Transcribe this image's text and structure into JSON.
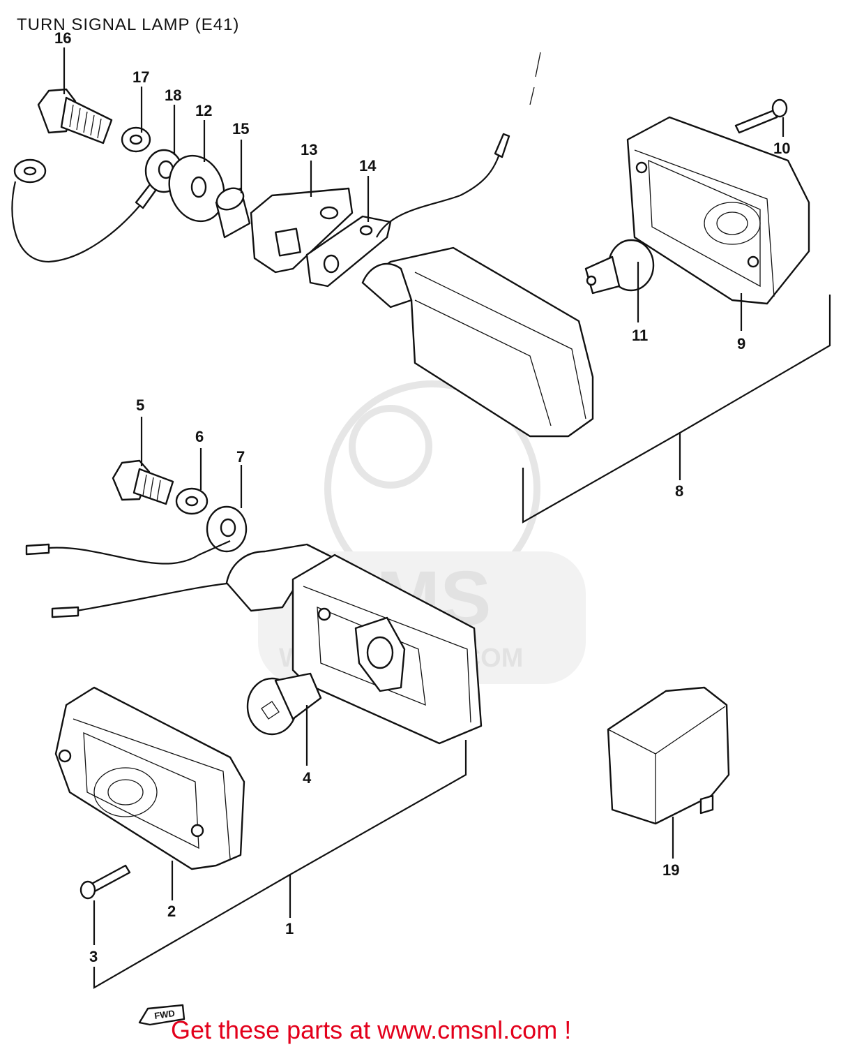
{
  "title": "TURN SIGNAL LAMP (E41)",
  "footer": "Get these parts at www.cmsnl.com !",
  "watermark": {
    "big": "CMS",
    "small": "WWW.CMSNL.COM"
  },
  "fwd_mark": "FWD",
  "colors": {
    "footer": "#e3001b",
    "line": "#111111",
    "watermark": "#e2e2e2"
  },
  "callouts": {
    "c1": "1",
    "c2": "2",
    "c3": "3",
    "c4": "4",
    "c5": "5",
    "c6": "6",
    "c7": "7",
    "c8": "8",
    "c9": "9",
    "c10": "10",
    "c11": "11",
    "c12": "12",
    "c13": "13",
    "c14": "14",
    "c15": "15",
    "c16": "16",
    "c17": "17",
    "c18": "18",
    "c19": "19"
  }
}
